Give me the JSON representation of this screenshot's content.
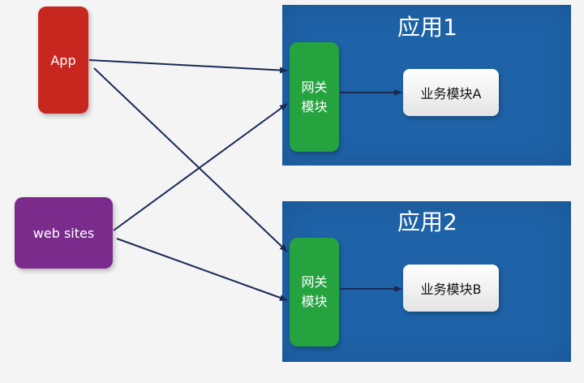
{
  "clients": {
    "app": {
      "label": "App"
    },
    "web": {
      "label": "web sites"
    }
  },
  "apps": [
    {
      "title": "应用1",
      "gateway_label": "网关模块",
      "module_label": "业务模块A"
    },
    {
      "title": "应用2",
      "gateway_label": "网关模块",
      "module_label": "业务模块B"
    }
  ],
  "colors": {
    "panel": "#1e63a8",
    "gateway": "#24a33f",
    "app_client": "#c8271f",
    "web_client": "#7a2b8c",
    "arrow": "#1a2a55"
  }
}
